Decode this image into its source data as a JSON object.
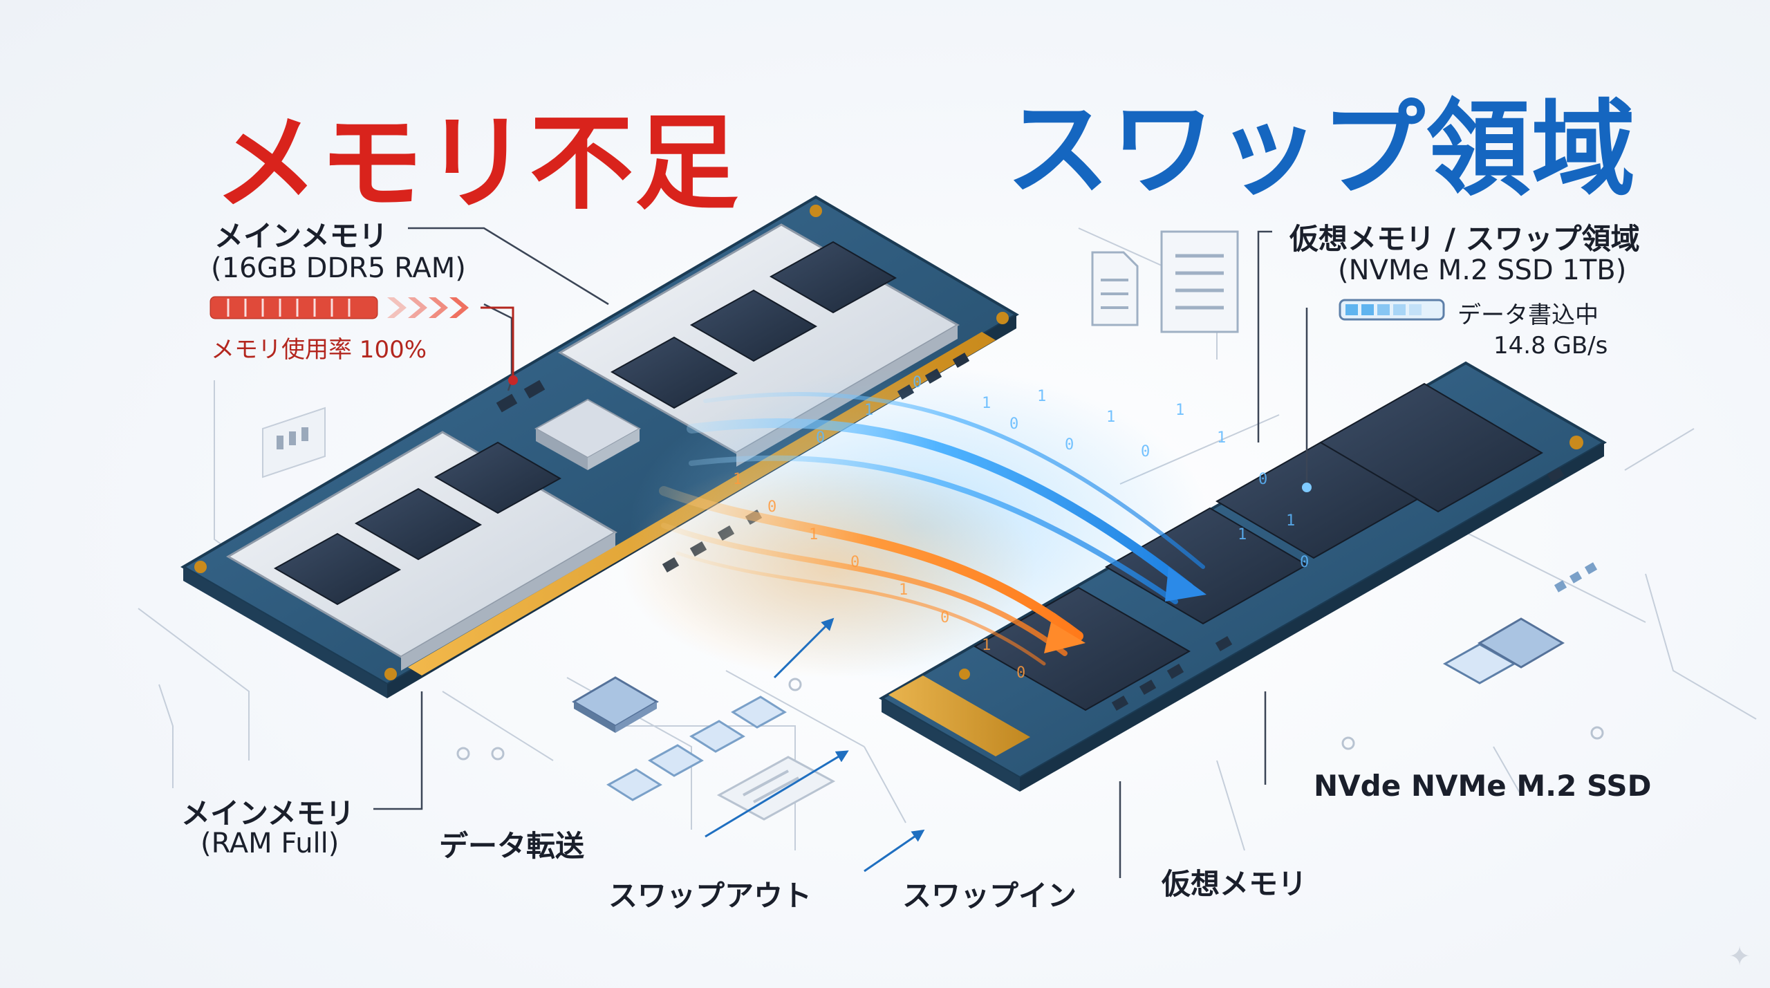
{
  "titles": {
    "left": "メモリ不足",
    "right": "スワップ領域"
  },
  "main_memory": {
    "name": "メインメモリ",
    "spec": "(16GB DDR5 RAM)",
    "usage_label": "メモリ使用率 100%",
    "usage_fraction": 1.0
  },
  "main_memory_bottom": {
    "name": "メインメモリ",
    "status": "(RAM Full)"
  },
  "virtual_memory": {
    "name": "仮想メモリ / スワップ領域",
    "spec": "(NVMe M.2 SSD 1TB)",
    "write_status": "データ書込中",
    "write_speed": "14.8 GB/s"
  },
  "ssd_label": "NVde NVMe M.2 SSD",
  "virtual_memory_bottom": "仮想メモリ",
  "flow_labels": {
    "transfer": "データ転送",
    "swap_out": "スワップアウト",
    "swap_in": "スワップイン"
  },
  "colors": {
    "title_red": "#d9231c",
    "title_blue": "#1566c0",
    "pcb": "#2f5d7e",
    "chip": "#2b3a4f",
    "flow_orange": "#ff9a3c",
    "flow_blue": "#4fb3ff"
  },
  "icons": [
    "document-icon",
    "data-sheet-icon",
    "chip-icon",
    "sparkle-icon"
  ]
}
